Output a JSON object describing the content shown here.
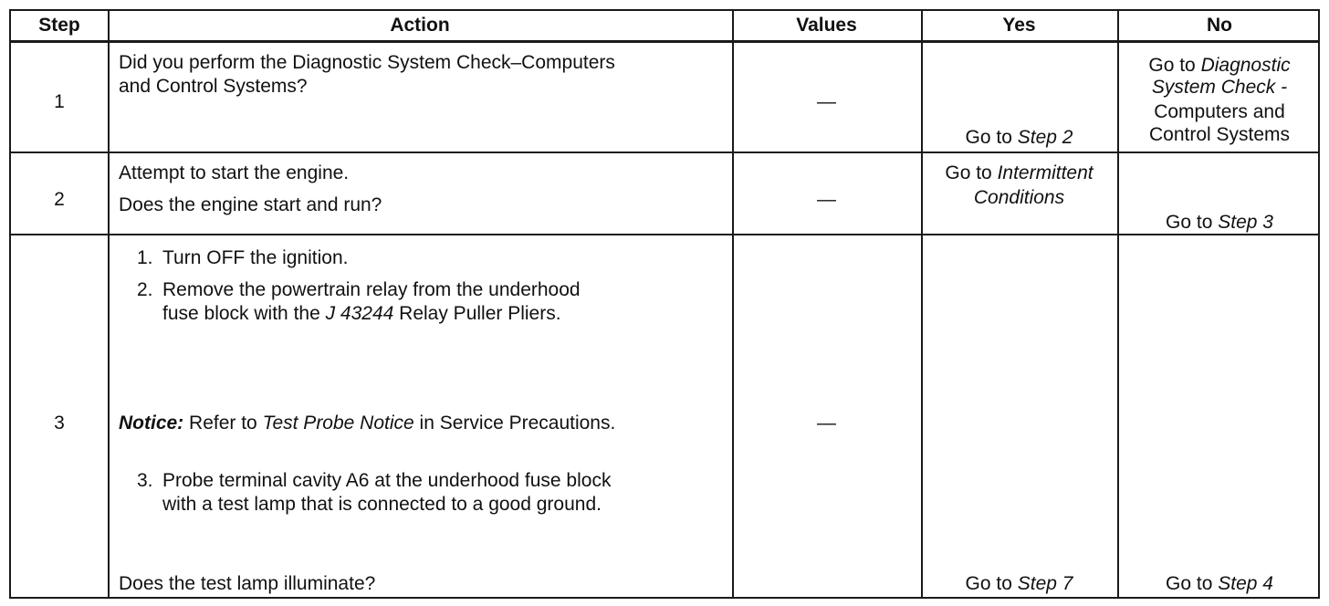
{
  "headers": {
    "step": "Step",
    "action": "Action",
    "values": "Values",
    "yes": "Yes",
    "no": "No"
  },
  "rows": [
    {
      "step": "1",
      "action_line1": "Did you perform the Diagnostic System Check–Computers",
      "action_line2": "and Control Systems?",
      "values": "—",
      "yes_prefix": "Go to ",
      "yes_link": "Step 2",
      "no_prefix": "Go to ",
      "no_link_line1": "Diagnostic",
      "no_link_line2": "System Check -",
      "no_line3": "Computers and",
      "no_line4": "Control Systems"
    },
    {
      "step": "2",
      "action_line1": "Attempt to start the engine.",
      "action_line2": "Does the engine start and run?",
      "values": "—",
      "yes_prefix": "Go to ",
      "yes_link_line1": "Intermittent",
      "yes_link_line2": "Conditions",
      "no_prefix": "Go to ",
      "no_link": "Step 3"
    },
    {
      "step": "3",
      "item1_num": "1.",
      "item1_text": "Turn OFF the ignition.",
      "item2_num": "2.",
      "item2_line1": "Remove the powertrain relay from the underhood",
      "item2_line2_pre": "fuse block with the ",
      "item2_tool": "J 43244",
      "item2_line2_post": " Relay Puller Pliers.",
      "notice_label": "Notice:",
      "notice_pre": " Refer to ",
      "notice_ref": "Test Probe Notice",
      "notice_post": " in Service Precautions.",
      "item3_num": "3.",
      "item3_line1": "Probe terminal cavity A6 at the underhood fuse block",
      "item3_line2": "with a test lamp that is connected to a good ground.",
      "question": "Does the test lamp illuminate?",
      "values": "—",
      "yes_prefix": "Go to ",
      "yes_link": "Step 7",
      "no_prefix": "Go to ",
      "no_link": "Step 4"
    }
  ]
}
